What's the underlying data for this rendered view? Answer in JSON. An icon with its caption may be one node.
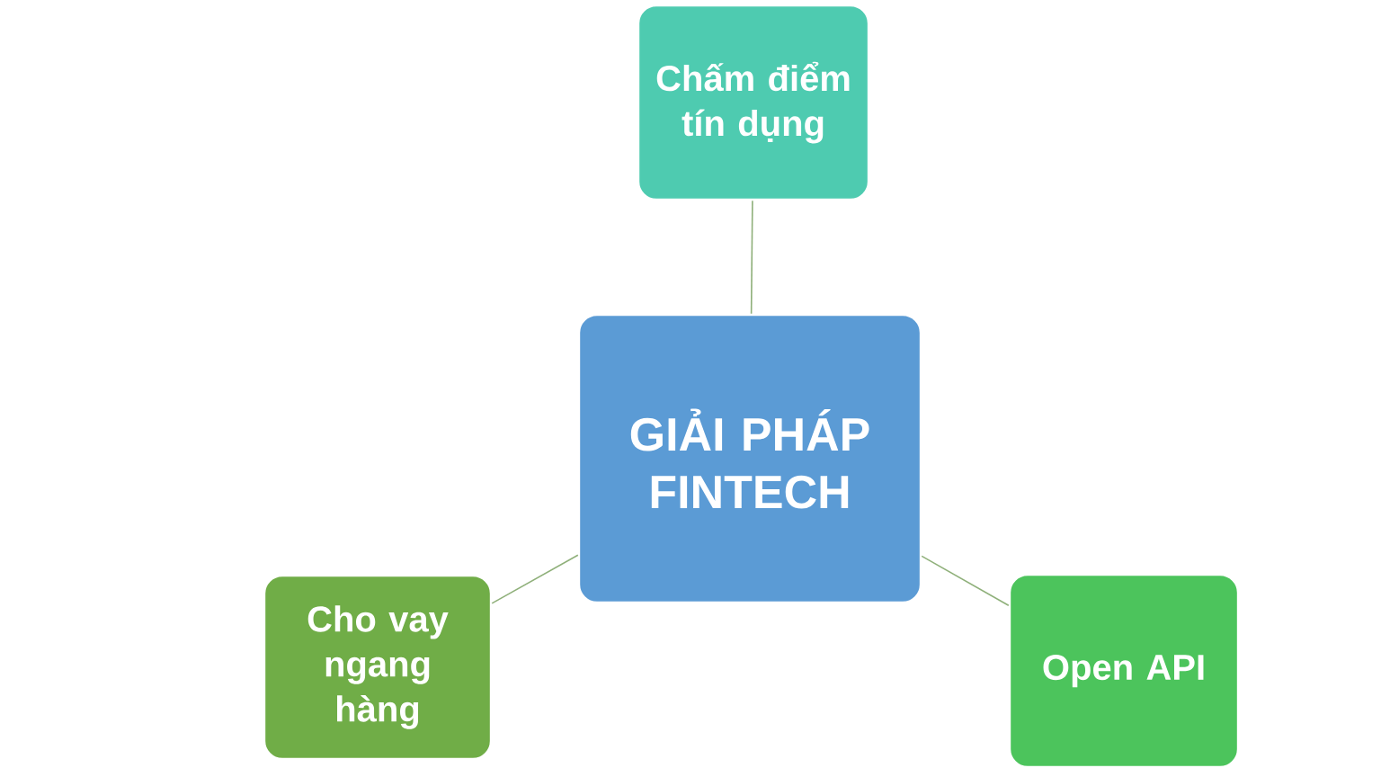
{
  "diagram": {
    "nodes": [
      {
        "text": [
          "Chấm điểm tín dụng"
        ]
      },
      {
        "text": [
          "GIẢI PHÁP FINTECH"
        ]
      },
      {
        "text": [
          "Cho vay ngang hàng"
        ]
      },
      {
        "text": [
          "Open API"
        ]
      }
    ],
    "edges": [
      {
        "from": 1,
        "to": 0,
        "arrow": "none"
      },
      {
        "from": 1,
        "to": 2,
        "arrow": "none"
      },
      {
        "from": 1,
        "to": 3,
        "arrow": "none"
      }
    ]
  }
}
